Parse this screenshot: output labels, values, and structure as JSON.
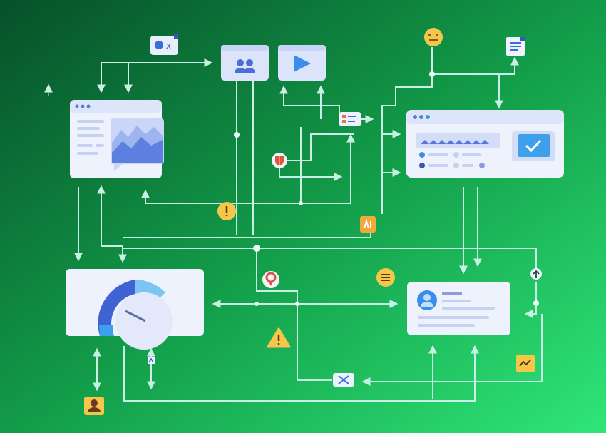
{
  "colors": {
    "background_start": "#08532c",
    "background_end": "#2ee477",
    "connector": "#c8efe6",
    "card": "#eef2fd",
    "card_header": "#dde5fa",
    "accent_blue": "#3b6fd8",
    "accent_light_blue": "#6fb8ee",
    "icon_yellow": "#f6c64a",
    "icon_red": "#d9534f"
  },
  "nodes": [
    {
      "id": "browser-chart-card",
      "icon": "area-chart-window"
    },
    {
      "id": "users-card",
      "icon": "users-icon"
    },
    {
      "id": "video-card",
      "icon": "play-icon"
    },
    {
      "id": "form-check-card",
      "icon": "checkbox-icon"
    },
    {
      "id": "gauge-card",
      "icon": "gauge-icon"
    },
    {
      "id": "profile-card",
      "icon": "user-profile-icon"
    }
  ],
  "badges": [
    "toggle-icon",
    "emoji-icon",
    "document-icon",
    "list-icon",
    "shield-icon",
    "info-icon",
    "tool-icon",
    "pin-icon",
    "menu-icon",
    "warning-icon",
    "shuffle-icon",
    "chart-icon",
    "user-icon",
    "upload-icon",
    "arrow-up-icon"
  ]
}
